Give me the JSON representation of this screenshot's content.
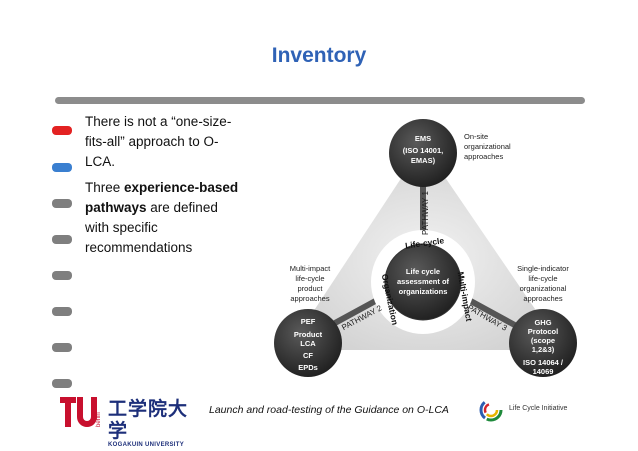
{
  "slide": {
    "title": "Inventory",
    "paragraph1": "There is not a “one-size-fits-all” approach to O-LCA.",
    "paragraph2_prefix": "Three ",
    "paragraph2_bold": "experience-based pathways",
    "paragraph2_suffix": " are defined with specific recommendations",
    "footer": "Launch and road-testing of the Guidance on O-LCA"
  },
  "tab_colors": [
    "#e32222",
    "#3a7fd0",
    "#7f7f7f",
    "#7f7f7f",
    "#7f7f7f",
    "#7f7f7f",
    "#7f7f7f",
    "#7f7f7f"
  ],
  "diagram": {
    "center_line1": "Life cycle",
    "center_line2": "assessment of",
    "center_line3": "organizations",
    "ring_top": "Life-cycle",
    "ring_left": "Organization",
    "ring_right": "Multi-impact",
    "pathway1": "PATHWAY 1",
    "pathway2": "PATHWAY 2",
    "pathway3": "PATHWAY 3",
    "top_node": [
      "EMS",
      "(ISO 14001,",
      "EMAS)"
    ],
    "top_desc": [
      "On-site",
      "organizational",
      "approaches"
    ],
    "left_node": [
      "PEF",
      "Product",
      "LCA",
      "CF",
      "EPDs"
    ],
    "left_desc": [
      "Multi-impact",
      "life-cycle",
      "product",
      "approaches"
    ],
    "right_node": [
      "GHG",
      "Protocol",
      "(scope",
      "1,2&3)",
      "ISO 14064 /",
      "14069"
    ],
    "right_desc": [
      "Single-indicator",
      "life-cycle",
      "organizational",
      "approaches"
    ]
  },
  "logos": {
    "tu_letters": "TU",
    "tu_side": "berlin",
    "kogakuin_kanji": "工学院大学",
    "kogakuin_romaji": "KOGAKUIN UNIVERSITY",
    "lci_text": "Life Cycle Initiative"
  }
}
